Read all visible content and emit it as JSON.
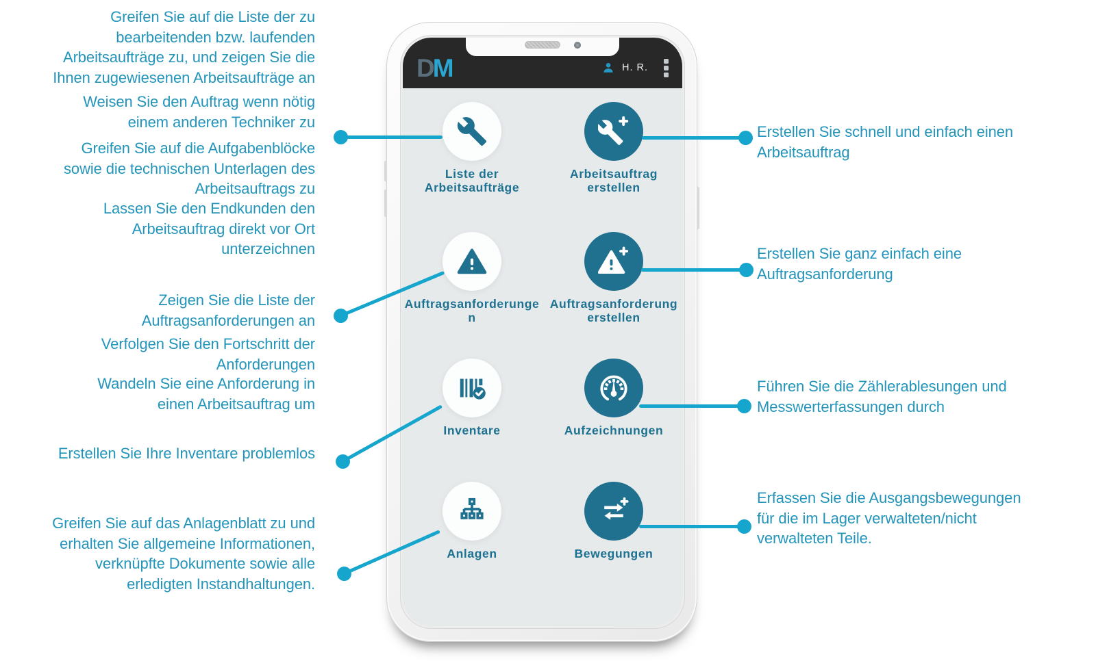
{
  "phone": {
    "header": {
      "logo_d": "D",
      "logo_m": "M",
      "user_initials": "H. R.",
      "icons": [
        "person-icon",
        "menu-icon"
      ]
    },
    "tiles": [
      {
        "label": "Liste der\nArbeitsaufträge",
        "icon": "wrench-icon",
        "variant": "light"
      },
      {
        "label": "Arbeitsauftrag\nerstellen",
        "icon": "wrench-plus-icon",
        "variant": "dark"
      },
      {
        "label": "Auftragsanforderunge\nn",
        "icon": "warning-triangle-icon",
        "variant": "light"
      },
      {
        "label": "Auftragsanforderung\nerstellen",
        "icon": "warning-triangle-plus-icon",
        "variant": "dark"
      },
      {
        "label": "Inventare",
        "icon": "barcode-check-icon",
        "variant": "light"
      },
      {
        "label": "Aufzeichnungen",
        "icon": "gauge-icon",
        "variant": "dark"
      },
      {
        "label": "Anlagen",
        "icon": "hierarchy-icon",
        "variant": "light"
      },
      {
        "label": "Bewegungen",
        "icon": "transfer-arrows-plus-icon",
        "variant": "dark"
      }
    ]
  },
  "annotations": {
    "left": [
      {
        "text": "Greifen Sie auf die Liste der zu\nbearbeitenden bzw. laufenden\nArbeitsaufträge zu, und zeigen Sie die\nIhnen zugewiesenen Arbeitsaufträge an"
      },
      {
        "text": "Weisen Sie den Auftrag wenn nötig\neinem anderen Techniker zu"
      },
      {
        "text": "Greifen Sie auf die Aufgabenblöcke\nsowie die technischen Unterlagen des\nArbeitsauftrags zu"
      },
      {
        "text": "Lassen Sie den Endkunden den\nArbeitsauftrag direkt vor Ort\nunterzeichnen"
      },
      {
        "text": "Zeigen Sie die Liste der\nAuftragsanforderungen an"
      },
      {
        "text": "Verfolgen Sie den Fortschritt der\nAnforderungen"
      },
      {
        "text": "Wandeln Sie eine Anforderung in\neinen Arbeitsauftrag um"
      },
      {
        "text": "Erstellen Sie Ihre Inventare problemlos"
      },
      {
        "text": "Greifen Sie auf das Anlagenblatt zu und\nerhalten Sie allgemeine Informationen,\nverknüpfte Dokumente sowie alle\nerledigten Instandhaltungen."
      }
    ],
    "right": [
      {
        "text": "Erstellen Sie schnell und einfach einen\nArbeitsauftrag"
      },
      {
        "text": "Erstellen Sie ganz einfach eine\nAuftragsanforderung"
      },
      {
        "text": "Führen Sie die Zählerablesungen und\nMesswerterfassungen durch"
      },
      {
        "text": "Erfassen Sie die Ausgangsbewegungen\nfür die im Lager verwalteten/nicht\nverwalteten Teile."
      }
    ]
  },
  "colors": {
    "annotation_text": "#2394ba",
    "connector": "#16a5cd",
    "tile_teal": "#20708f",
    "tile_label": "#1d7191",
    "header_bg": "#282828",
    "screen_bg": "#e7eaeb",
    "logo_d": "#5a6f7b",
    "logo_m": "#2ba6d3",
    "user_initials": "#f2f2f2"
  }
}
